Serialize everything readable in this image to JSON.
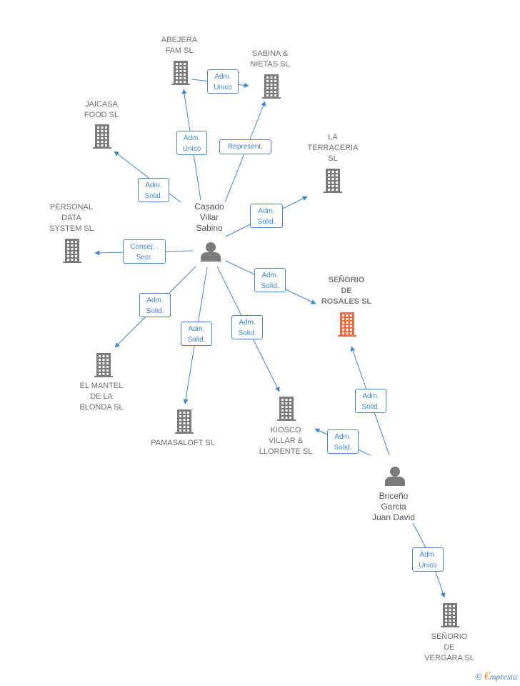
{
  "colors": {
    "edge": "#3f86d6",
    "building": "#7b7b7b",
    "highlight": "#f26a3d",
    "person": "#7b7b7b"
  },
  "companies": [
    {
      "id": "abejera",
      "label": "ABEJERA\nFAM  SL",
      "highlight": false
    },
    {
      "id": "sabina",
      "label": "SABINA &\nNIETAS  SL",
      "highlight": false
    },
    {
      "id": "jaicasa",
      "label": "JAICASA\nFOOD  SL",
      "highlight": false
    },
    {
      "id": "terraceria",
      "label": "LA\nTERRACERIA\nSL",
      "highlight": false
    },
    {
      "id": "personal",
      "label": "PERSONAL\nDATA\nSYSTEM SL",
      "highlight": false
    },
    {
      "id": "senorio_rosales",
      "label": "SEÑORIO\nDE\nROSALES  SL",
      "highlight": true
    },
    {
      "id": "mantel",
      "label": "EL MANTEL\nDE LA\nBLONDA SL",
      "highlight": false
    },
    {
      "id": "pamasaloft",
      "label": "PAMASALOFT SL",
      "highlight": false
    },
    {
      "id": "kiosco",
      "label": "KIOSCO\nVILLAR &\nLLORENTE  SL",
      "highlight": false
    },
    {
      "id": "senorio_vergara",
      "label": "SEÑORIO\nDE\nVERGARA  SL",
      "highlight": false
    }
  ],
  "persons": [
    {
      "id": "casado",
      "label": "Casado\nVillar\nSabino"
    },
    {
      "id": "briceno",
      "label": "Briceño\nGarcia\nJuan David"
    }
  ],
  "edges": [
    {
      "from": "casado",
      "to": "abejera",
      "label": "Adm.\nUnico"
    },
    {
      "from": "abejera",
      "to": "sabina",
      "label": "Adm.\nUnico"
    },
    {
      "from": "casado",
      "to": "sabina",
      "label": "Represent."
    },
    {
      "from": "casado",
      "to": "jaicasa",
      "label": "Adm.\nSolid."
    },
    {
      "from": "casado",
      "to": "terraceria",
      "label": "Adm.\nSolid."
    },
    {
      "from": "casado",
      "to": "personal",
      "label": "Consej. .\nSecr."
    },
    {
      "from": "casado",
      "to": "senorio_rosales",
      "label": "Adm.\nSolid."
    },
    {
      "from": "casado",
      "to": "mantel",
      "label": "Adm.\nSolid."
    },
    {
      "from": "casado",
      "to": "pamasaloft",
      "label": "Adm.\nSolid."
    },
    {
      "from": "casado",
      "to": "kiosco",
      "label": "Adm.\nSolid."
    },
    {
      "from": "briceno",
      "to": "senorio_rosales",
      "label": "Adm.\nSolid."
    },
    {
      "from": "briceno",
      "to": "kiosco",
      "label": "Adm.\nSolid."
    },
    {
      "from": "briceno",
      "to": "senorio_vergara",
      "label": "Adm.\nUnico"
    }
  ],
  "footer": {
    "copyright": "©",
    "brand_initial": "€",
    "brand_rest": "mpresia"
  }
}
